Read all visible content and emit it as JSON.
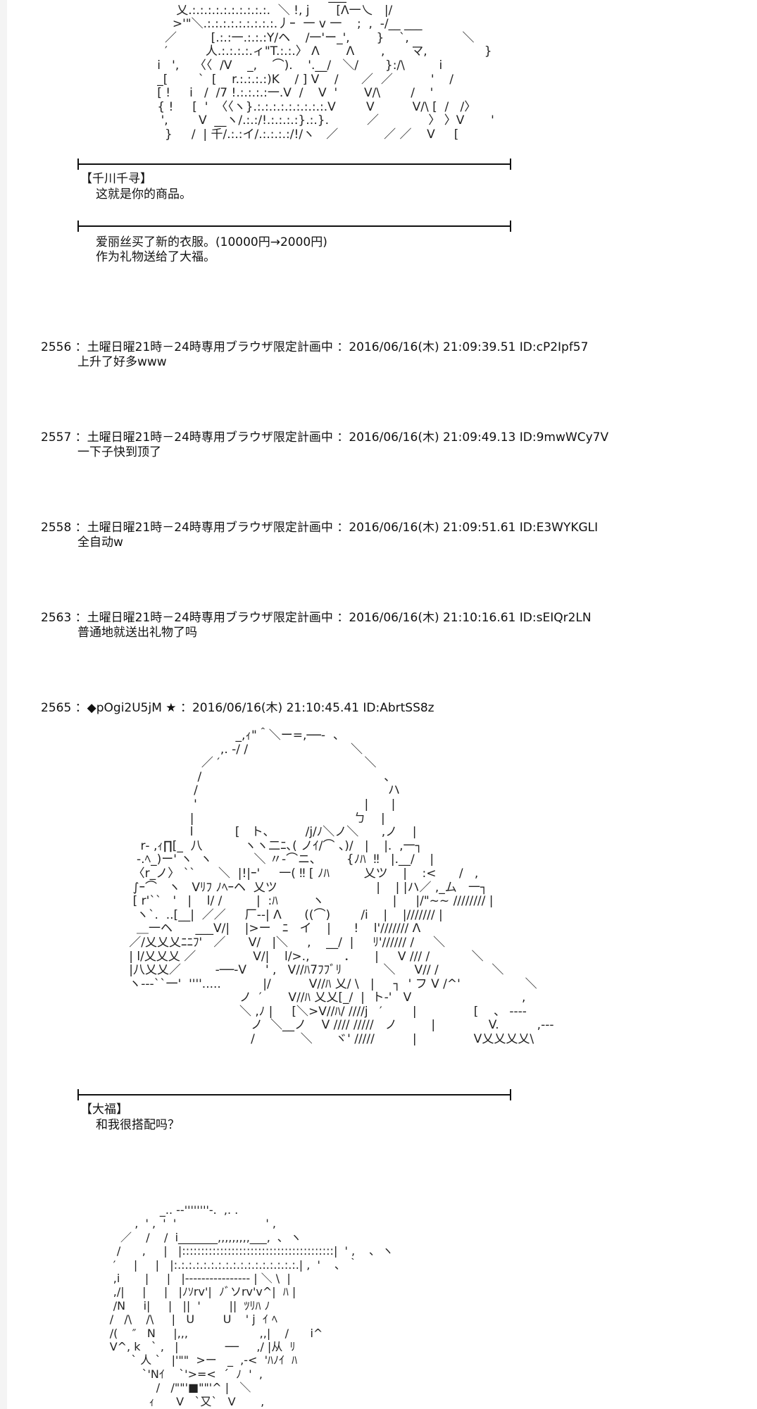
{
  "ascii_art": {
    "top": "                                                     ___\n             乂.:.:.:.:.:.:.:.:.:.:.  ＼ !, j       [Λ一乀   |/\n            >'\"＼.:.:.:.:.:.:.:.:.:.丿ｰ  一 v 一    ;  ,  -/__ ___\n          ／         [.:.:一.:.:.:Y/ヘ    /一'ー_',       }    `,              ＼\n          ′          人.:.:.:.:.ィ\"T.:.:.〉 Λ       Λ       ,       マ,               }\n        i   ',    〈〈  /V    _,    ⌒).    '.__/   ＼/       }:/\\         i\n        _[        `  [    r.:.:.:.:)K    / ] V    /      ／  ／          '    /\n        [ !     i   /  /7 !.:.:.:.:一.V  /    V  '       V/\\        /    '\n        { !     [  '  〈〈ヽ}.:.:.:.:.:.:.:.:.:.V        V          V/\\ [  /   /〉\n         ',        V  __ヽ/.:.:/!.:.:.:.:}.:.}.          ／             〉 〉V       '\n          }     /  | 千/.:.:イ/.:.:.:.:/!/ヽ   ／            ／ ／    V     [",
    "middle": "                                    _,ｨ\"＾＼ー=,──‐  、\n                                ,. -/ /                           ＼\n                           ／ ′                                      ＼\n                          /                                                ､\n                         /                                                  ハ\n                         '                                            |      |\n                        |                                          ㄅ    |\n                        l           [   ト、        /j/ﾉ＼ノ＼      ,ノ    |\n           r‐ ,ｨ∏[_  八           ヽヽ二ﾆ､( ノｲ/⌒ 、)/   |    |.  ,一┐\n          -.ﾍ_)ー' ヽ  ヽ           ＼ 〃-⌒ニ､        {ﾉﾊ  ‼   |.__/    |\n         〈r_ノ〉 ``      ＼  |!|ｰ'     一( ‼ [ ﾉﾊ         乂ツ    |    :<      /   ,\n         ∫ｰ⌒   ヽ   Vﾘﾌ ﾉﾍｰヘ  乂ツ                          |    | |ハ／ ,_ム   一┐\n         [ r'``   '   |    l/ /         |  :ﾊ         ヽ                  |     |/\"~~ //////// |\n          ヽ`.  ..[__|  ／／     厂‐‐| Λ      ((⌒)        /i    |    |/////// |\n          ＿一ヘ      ___V/|    |>ー   ﾆ   イ    |      !    l'/////// Λ\n        ／/乂乂乂ﾆﾆﾌ'   ／      V/   |＼     ,    __/  |     ﾘ'////// /     ＼\n        | l/乂乂乂 ／               V/|    l/>.,         ．     |     V /// /           ＼\n        |八乂乂／         ‐──‐V     ' ,   V//ﾊ7ﾌﾌﾞﾘ           ＼     V// /              ＼\n        ヽ---``一'  ''''.....           |/          V//ﾊ 乂/ \\   |     ┐  ' フ V /^'                 ＼\n                                     ノ  ′       V//ﾊ 乂乂[_/  |  ト‐'   V                             ,\n                                     ＼ ,ﾉ |     [＼>V//ﾊ/ ////j   ′        |               [    、 ---‐ \n                                        ノ  ＼__ノ    V //// /////   ノ         |              V.          ,--‐ \n                                        /            ＼      ヾ' /////          |               V乂乂乂乂\\",
    "bottom": "                      _.. -‐''''''''-.  ,. .  \n               ,  ' ,  '  '                         ' ,  \n           ／    /    /  i_______,,,,,,,,,___,  ､  ヽ\n          /      ,     |   |::::::::::::::::::::::::::::::::::::::::|  ' ,    ､  ヽ\n         ′     |     |   |:.:.:.:.:.:.:.:.:.:.:.:.:.:.:.:.:.| ,  '    ､  ｀\n         ,i       |     |   |---------------- | ＼ \\  |\n         ,/|     |     |   |ﾉｿrv'|  ﾉﾞソrv'v^|  ﾊ |\n         /N     i|     |   ||  '        ||  ﾂﾘﾊ ﾉ\n        /   /\\    /\\     |   U        U    ' j  ｲ ﾍ\n        /(    ″   N     |,,,                    ,,|    /      i^\n        V^, k   ` ,   |             ──     ,/ |从  ﾘ\n              ` 人 `   |'\"\"  >ー   _  ,-<  'ﾊﾉｲ  ﾊ\n                 `'Nｲ    `'>=<  ´  ﾉ  '  ,\n                     /   /\"\"'■\"\"'^ |   ＼\n                   ｨ      V   `又`   V       ,"
  },
  "panel1": {
    "speaker": "【千川千寻】",
    "line": "这就是你的商品。"
  },
  "narration": {
    "line1": "爱丽丝买了新的衣服。(10000円→2000円)",
    "line2": "作为礼物送给了大福。"
  },
  "posts": [
    {
      "header": "2556 ：土曜日曜21時－24時専用ブラウザ限定計画中 ：2016/06/16(木) 21:09:39.51 ID:cP2Ipf57",
      "body": "上升了好多www"
    },
    {
      "header": "2557 ：土曜日曜21時－24時専用ブラウザ限定計画中 ：2016/06/16(木) 21:09:49.13 ID:9mwWCy7V",
      "body": "一下子快到顶了"
    },
    {
      "header": "2558 ：土曜日曜21時－24時専用ブラウザ限定計画中 ：2016/06/16(木) 21:09:51.61 ID:E3WYKGLI",
      "body": "全自动w"
    },
    {
      "header": "2563 ：土曜日曜21時－24時専用ブラウザ限定計画中 ：2016/06/16(木) 21:10:16.61 ID:sEIQr2LN",
      "body": "普通地就送出礼物了吗"
    }
  ],
  "author_post": {
    "header": "2565 ：◆pOgi2U5jM ★ ：2016/06/16(木) 21:10:45.41 ID:AbrtSS8z"
  },
  "panel2": {
    "speaker": "【大福】",
    "line": "和我很搭配吗？"
  }
}
